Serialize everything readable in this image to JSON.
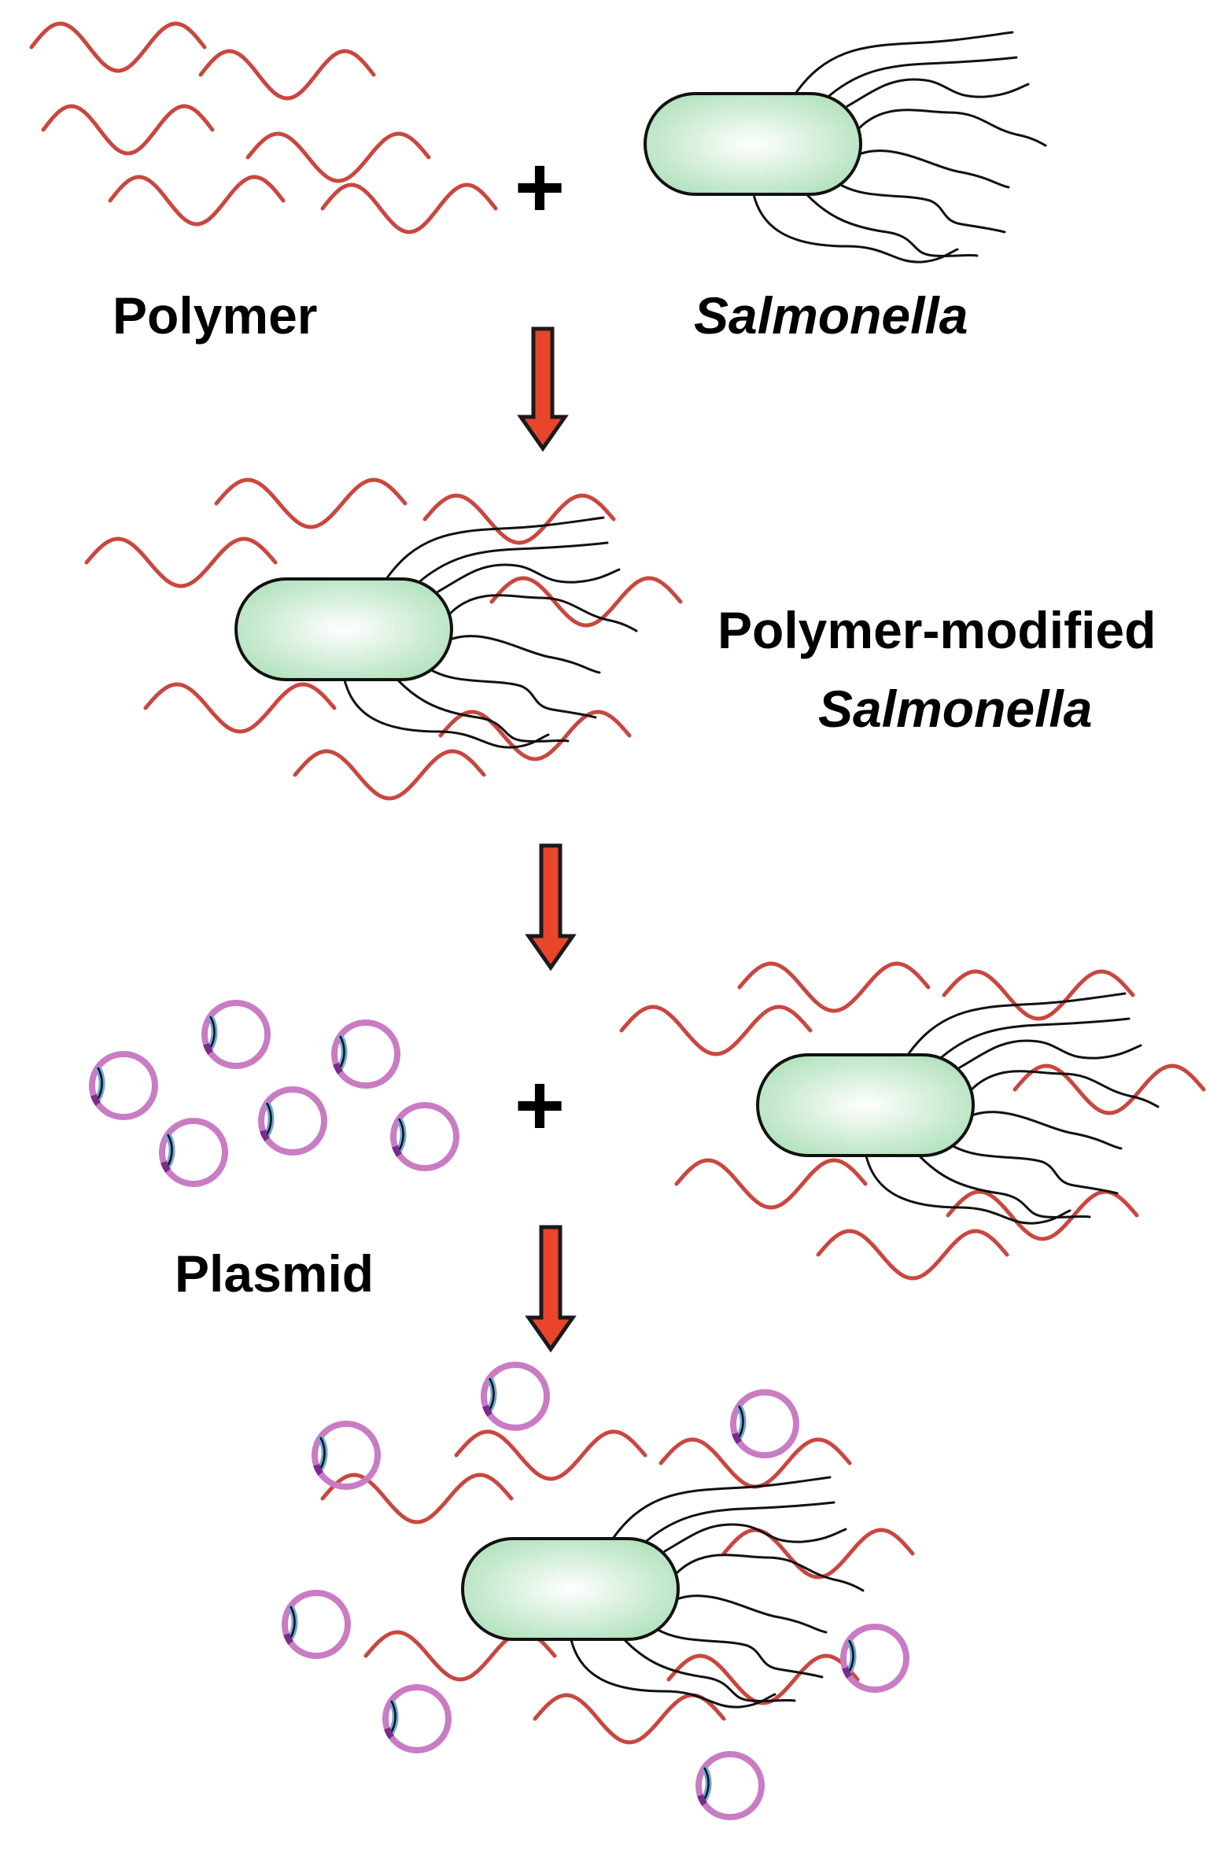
{
  "labels": {
    "polymer": "Polymer",
    "salmonella": "Salmonella",
    "modified_line1": "Polymer-modified",
    "modified_line2": "Salmonella",
    "plasmid": "Plasmid",
    "plus": "+"
  },
  "colors": {
    "polymer": "#c9473f",
    "bacterium_fill_edge": "#b6e3c0",
    "bacterium_fill_center": "#ffffff",
    "outline": "#111111",
    "flagella": "#111111",
    "arrow_fill": "#e8452b",
    "arrow_stroke": "#1a1a1a",
    "plasmid": "#c97cc4",
    "plasmid_marker_blue": "#6fa6d8",
    "plasmid_marker_purple": "#7b2b8a"
  }
}
